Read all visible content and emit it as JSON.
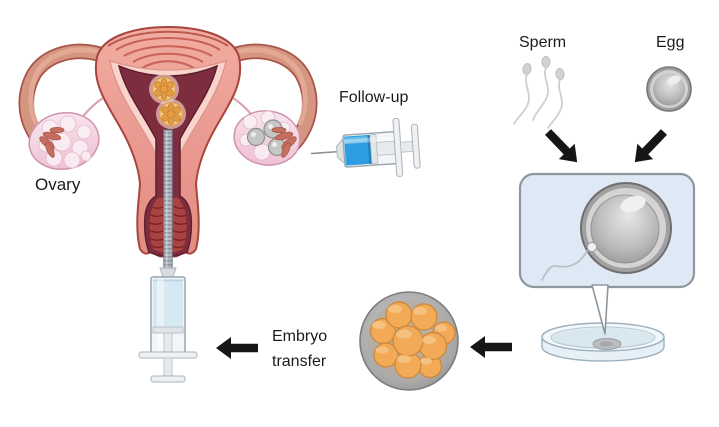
{
  "title": "IVF procedure diagram",
  "labels": {
    "ovary": "Ovary",
    "follow_up": "Follow-up",
    "sperm": "Sperm",
    "egg": "Egg",
    "embryo_transfer": "Embryo transfer"
  },
  "icons": [
    {
      "name": "uterus-ovaries-illustration",
      "depicts": "uterus with fallopian tubes, ovaries and two follicles in the cavity"
    },
    {
      "name": "follow-up-syringe-icon",
      "depicts": "horizontal syringe with blue liquid pointing at right ovary"
    },
    {
      "name": "transfer-catheter-syringe-icon",
      "depicts": "vertical syringe with catheter entering the uterus"
    },
    {
      "name": "sperm-cells-icon",
      "depicts": "three sperm cells"
    },
    {
      "name": "egg-cell-icon",
      "depicts": "single egg cell"
    },
    {
      "name": "fertilization-box-icon",
      "depicts": "egg being fertilized by sperm inside rounded panel"
    },
    {
      "name": "petri-dish-icon",
      "depicts": "petri dish with specimen"
    },
    {
      "name": "embryo-morula-icon",
      "depicts": "multicellular embryo"
    },
    {
      "name": "arrow-sperm-down-icon",
      "depicts": "black arrow from sperm to fertilization box"
    },
    {
      "name": "arrow-egg-down-icon",
      "depicts": "black arrow from egg to fertilization box"
    },
    {
      "name": "arrow-dish-to-embryo-icon",
      "depicts": "black arrow from petri dish to embryo"
    },
    {
      "name": "arrow-embryo-transfer-icon",
      "depicts": "black arrow from embryo toward transfer syringe"
    }
  ],
  "colors": {
    "background": "#ffffff",
    "text": "#1b1b1b",
    "arrow": "#161616",
    "syringe_blue": "#2d9ce0",
    "box_fill": "#dfe9f5",
    "embryo_cell": "#f2aa56",
    "uterus_pink": "#ec9f96",
    "cavity_maroon": "#7e2d3e",
    "ovary_pink": "#f3d9e4",
    "egg_gray": "#a0a0a0"
  }
}
